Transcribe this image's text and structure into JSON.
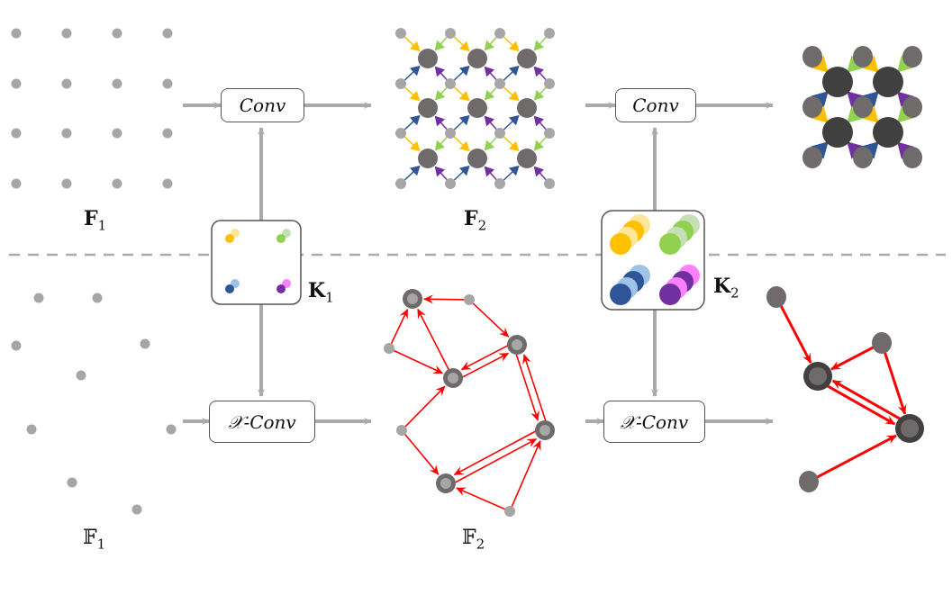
{
  "labels": {
    "f1": "F",
    "f1_sub": "1",
    "f2": "F",
    "f2_sub": "2",
    "k1": "K",
    "k1_sub": "1",
    "k2": "K",
    "k2_sub": "2",
    "ff1": "𝔽",
    "ff1_sub": "1",
    "ff2": "𝔽",
    "ff2_sub": "2"
  },
  "operators": {
    "conv_top_1": "Conv",
    "conv_top_2": "Conv",
    "xconv_bottom_1": "𝒳-Conv",
    "xconv_bottom_2": "𝒳-Conv"
  },
  "colors": {
    "arrow_gray": "#aaaaaa",
    "point_light": "#a6a6a6",
    "point_mid": "#706b6b",
    "point_dark": "#404040",
    "edge_red": "#ff0000",
    "yellow": "#ffc000",
    "green": "#92d050",
    "blue": "#2f5597",
    "purple": "#7030a0"
  }
}
